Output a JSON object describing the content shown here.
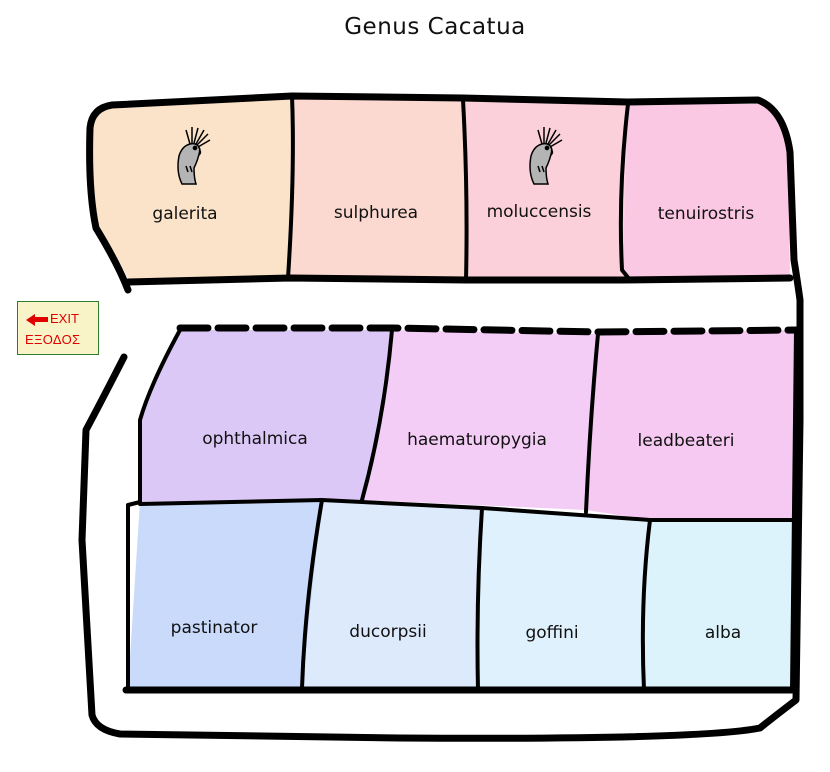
{
  "title": "Genus Cacatua",
  "exit": {
    "line1": "EXIT",
    "line2": "ΕΞΟΔΟΣ"
  },
  "colors": {
    "galerita": "#fbe3c9",
    "sulphurea": "#fbd9d0",
    "moluccensis": "#fbd0da",
    "tenuirostris": "#fbc8e4",
    "ophthalmica": "#dcc8f6",
    "haematuropygia": "#f4cdf7",
    "leadbeateri": "#f6c9f3",
    "pastinator": "#c9dafa",
    "ducorpsii": "#ddeafb",
    "goffini": "#dff1fc",
    "alba": "#dcf3fb"
  },
  "rooms": [
    {
      "name": "galerita",
      "icon": "cockatoo-icon"
    },
    {
      "name": "sulphurea"
    },
    {
      "name": "moluccensis",
      "icon": "cockatoo-icon"
    },
    {
      "name": "tenuirostris"
    },
    {
      "name": "ophthalmica"
    },
    {
      "name": "haematuropygia"
    },
    {
      "name": "leadbeateri"
    },
    {
      "name": "pastinator"
    },
    {
      "name": "ducorpsii"
    },
    {
      "name": "goffini"
    },
    {
      "name": "alba"
    }
  ]
}
